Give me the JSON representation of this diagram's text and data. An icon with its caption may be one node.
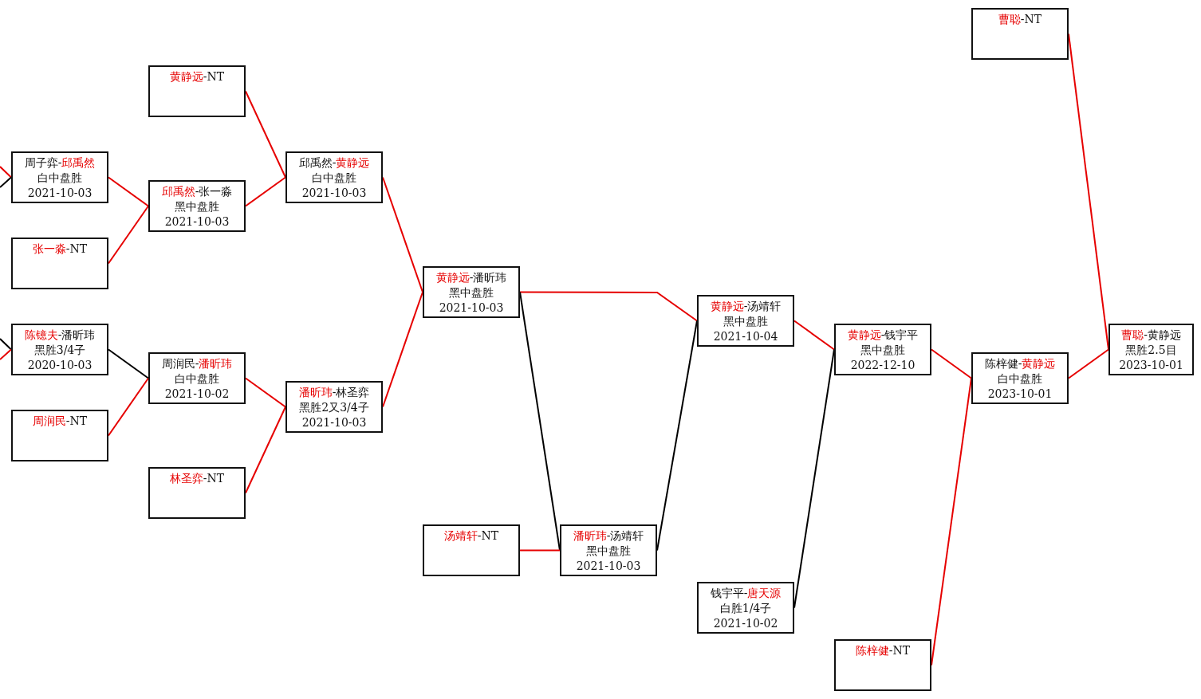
{
  "diagram": {
    "nodes": [
      {
        "text": [
          "**曹聪**-NT"
        ]
      },
      {
        "text": [
          "**黄静远**-NT"
        ]
      },
      {
        "text": [
          "周子弈-**邱禹然**",
          "白中盘胜",
          "2021-10-03"
        ]
      },
      {
        "text": [
          "邱禹然-**黄静远**",
          "白中盘胜",
          "2021-10-03"
        ]
      },
      {
        "text": [
          "**邱禹然**-张一淼",
          "黑中盘胜",
          "2021-10-03"
        ]
      },
      {
        "text": [
          "**张一淼**-NT"
        ]
      },
      {
        "text": [
          "**黄静远**-潘昕玮",
          "黑中盘胜",
          "2021-10-03"
        ]
      },
      {
        "text": [
          "**黄静远**-汤靖轩",
          "黑中盘胜",
          "2021-10-04"
        ]
      },
      {
        "text": [
          "**陈镱夫**-潘昕玮",
          "黑胜3/4子",
          "2020-10-03"
        ]
      },
      {
        "text": [
          "**黄静远**-钱宇平",
          "黑中盘胜",
          "2022-12-10"
        ]
      },
      {
        "text": [
          "**曹聪**-黄静远",
          "黑胜2.5目",
          "2023-10-01"
        ]
      },
      {
        "text": [
          "周润民-**潘昕玮**",
          "白中盘胜",
          "2021-10-02"
        ]
      },
      {
        "text": [
          "陈梓健-**黄静远**",
          "白中盘胜",
          "2023-10-01"
        ]
      },
      {
        "text": [
          "**潘昕玮**-林圣弈",
          "黑胜2又3/4子",
          "2021-10-03"
        ]
      },
      {
        "text": [
          "**周润民**-NT"
        ]
      },
      {
        "text": [
          "**林圣弈**-NT"
        ]
      },
      {
        "text": [
          "**汤靖轩**-NT"
        ]
      },
      {
        "text": [
          "**潘昕玮**-汤靖轩",
          "黑中盘胜",
          "2021-10-03"
        ]
      },
      {
        "text": [
          "钱宇平-**唐天源**",
          "白胜1/4子",
          "2021-10-02"
        ]
      },
      {
        "text": [
          "**陈梓健**-NT"
        ]
      }
    ],
    "edges": [
      {
        "from": null,
        "to": 2,
        "arrow": "none"
      },
      {
        "from": null,
        "to": 2,
        "arrow": "none",
        "color": "#000000"
      },
      {
        "from": 1,
        "to": 3,
        "arrow": "none"
      },
      {
        "from": 2,
        "to": 4,
        "arrow": "none"
      },
      {
        "from": 4,
        "to": 3,
        "arrow": "none"
      },
      {
        "from": 5,
        "to": 4,
        "arrow": "none"
      },
      {
        "from": 3,
        "to": 6,
        "arrow": "none"
      },
      {
        "from": 6,
        "to": 7,
        "arrow": "none"
      },
      {
        "from": 6,
        "to": 17,
        "arrow": "none",
        "color": "#000000"
      },
      {
        "from": null,
        "to": 8,
        "arrow": "none",
        "color": "#000000"
      },
      {
        "from": null,
        "to": 8,
        "arrow": "none"
      },
      {
        "from": 8,
        "to": 11,
        "arrow": "none",
        "color": "#000000"
      },
      {
        "from": 14,
        "to": 11,
        "arrow": "none"
      },
      {
        "from": 11,
        "to": 13,
        "arrow": "none"
      },
      {
        "from": 15,
        "to": 13,
        "arrow": "none"
      },
      {
        "from": 13,
        "to": 6,
        "arrow": "none"
      },
      {
        "from": 16,
        "to": 17,
        "arrow": "none"
      },
      {
        "from": 17,
        "to": 7,
        "arrow": "none",
        "color": "#000000"
      },
      {
        "from": 7,
        "to": 9,
        "arrow": "none"
      },
      {
        "from": 18,
        "to": 9,
        "arrow": "none",
        "color": "#000000"
      },
      {
        "from": 9,
        "to": 12,
        "arrow": "none"
      },
      {
        "from": 19,
        "to": 12,
        "arrow": "none"
      },
      {
        "from": 12,
        "to": 10,
        "arrow": "none"
      },
      {
        "from": 0,
        "to": 10,
        "arrow": "none"
      }
    ]
  }
}
